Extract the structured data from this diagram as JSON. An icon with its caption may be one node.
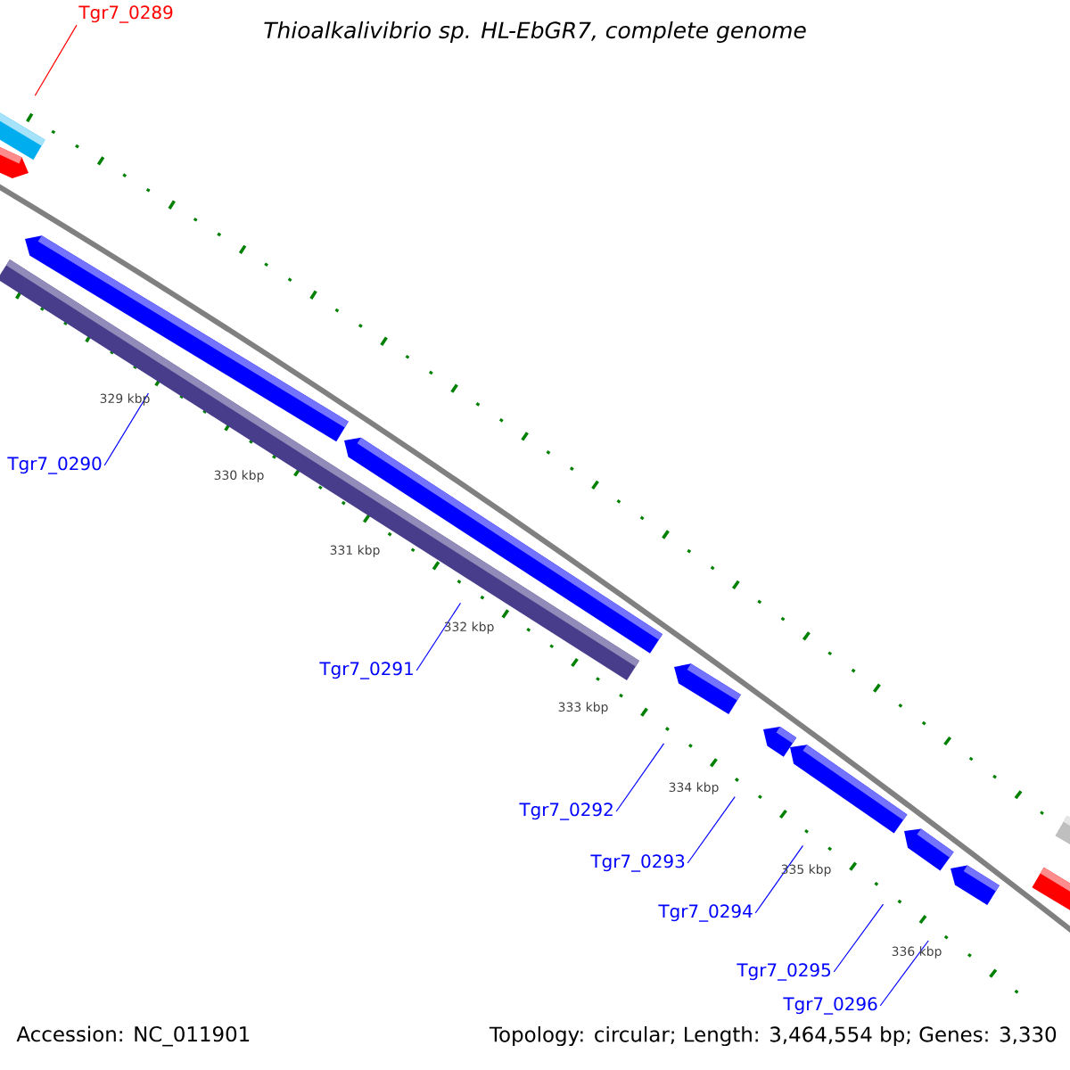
{
  "diagram": {
    "title": "Thioalkalivibrio sp. HL-EbGR7, complete genome",
    "nodes": [
      {
        "text": [
          "Tgr7_0289"
        ]
      },
      {
        "text": [],
        "shape": "bar"
      },
      {
        "text": [],
        "shape": "bar"
      },
      {
        "text": [],
        "shape": "bar"
      },
      {
        "text": [],
        "shape": "bar"
      },
      {
        "text": [
          "Tgr7_0290"
        ]
      },
      {
        "text": [],
        "shape": "bar"
      },
      {
        "text": [
          "Tgr7_0291"
        ]
      },
      {
        "text": [],
        "shape": "bar"
      },
      {
        "text": [
          "Tgr7_0292"
        ]
      },
      {
        "text": [],
        "shape": "bar"
      },
      {
        "text": [
          "Tgr7_0293"
        ]
      },
      {
        "text": [],
        "shape": "bar"
      },
      {
        "text": [
          "Tgr7_0294"
        ]
      },
      {
        "text": [],
        "shape": "bar"
      },
      {
        "text": [
          "Tgr7_0295"
        ]
      },
      {
        "text": [],
        "shape": "bar"
      },
      {
        "text": [
          "Tgr7_0296"
        ]
      },
      {
        "text": [],
        "shape": "bar"
      },
      {
        "text": [],
        "shape": "bar"
      }
    ],
    "edges": [
      {
        "from": 0,
        "to": 1,
        "arrow": "none",
        "color": "#ff0000"
      },
      {
        "from": 5,
        "to": 3,
        "arrow": "none"
      },
      {
        "from": 7,
        "to": 6,
        "arrow": "none"
      },
      {
        "from": 9,
        "to": 8,
        "arrow": "none"
      },
      {
        "from": 11,
        "to": 10,
        "arrow": "none"
      },
      {
        "from": 13,
        "to": 12,
        "arrow": "none"
      },
      {
        "from": 15,
        "to": 14,
        "arrow": "none"
      },
      {
        "from": 17,
        "to": 16,
        "arrow": "none"
      }
    ],
    "labels": [
      "329 kbp",
      "330 kbp",
      "331 kbp",
      "332 kbp",
      "333 kbp",
      "334 kbp",
      "335 kbp",
      "336 kbp",
      "Accession: NC_011901",
      "Topology: circular; Length: 3,464,554 bp; Genes: 3,330"
    ]
  }
}
